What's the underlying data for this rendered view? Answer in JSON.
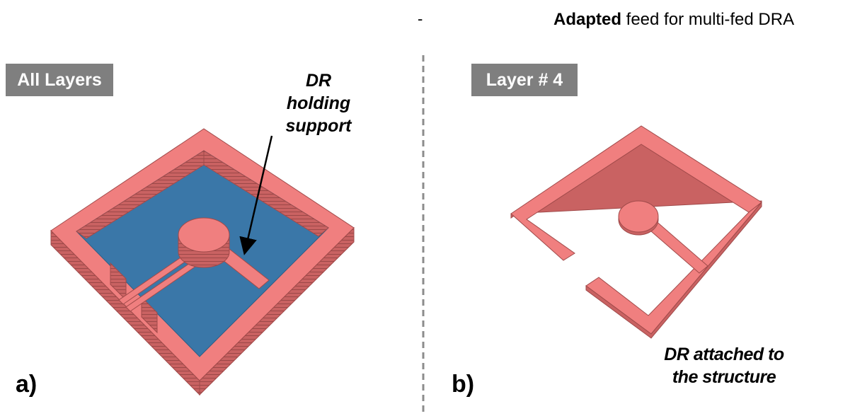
{
  "header": {
    "dash": "-",
    "title_bold": "Adapted",
    "title_rest": " feed for multi-fed DRA"
  },
  "panel_a": {
    "tag": "All Layers",
    "annotation_line1": "DR",
    "annotation_line2": "holding",
    "annotation_line3": "support",
    "letter": "a)"
  },
  "panel_b": {
    "tag": "Layer # 4",
    "annotation_line1": "DR attached to",
    "annotation_line2": "the structure",
    "letter": "b)"
  },
  "colors": {
    "frame_top": "#f07f7f",
    "frame_side": "#c96262",
    "frame_edge": "#a04a4a",
    "substrate": "#3a77a8",
    "tag_bg": "#7f7f7f",
    "divider": "#8c8c8c"
  }
}
